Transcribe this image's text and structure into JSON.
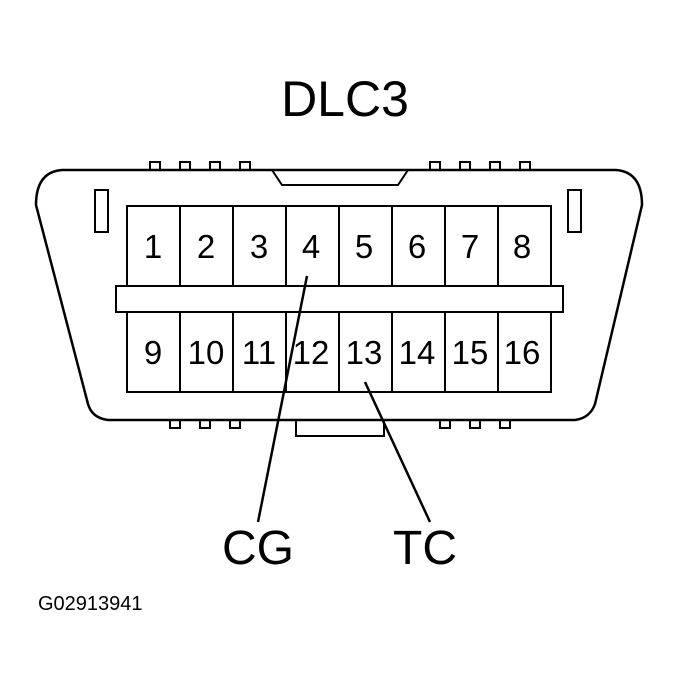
{
  "title": "DLC3",
  "pins_top": [
    "1",
    "2",
    "3",
    "4",
    "5",
    "6",
    "7",
    "8"
  ],
  "pins_bottom": [
    "9",
    "10",
    "11",
    "12",
    "13",
    "14",
    "15",
    "16"
  ],
  "callouts": {
    "cg": {
      "label": "CG",
      "pin": "4"
    },
    "tc": {
      "label": "TC",
      "pin": "13"
    }
  },
  "figure_id": "G02913941"
}
